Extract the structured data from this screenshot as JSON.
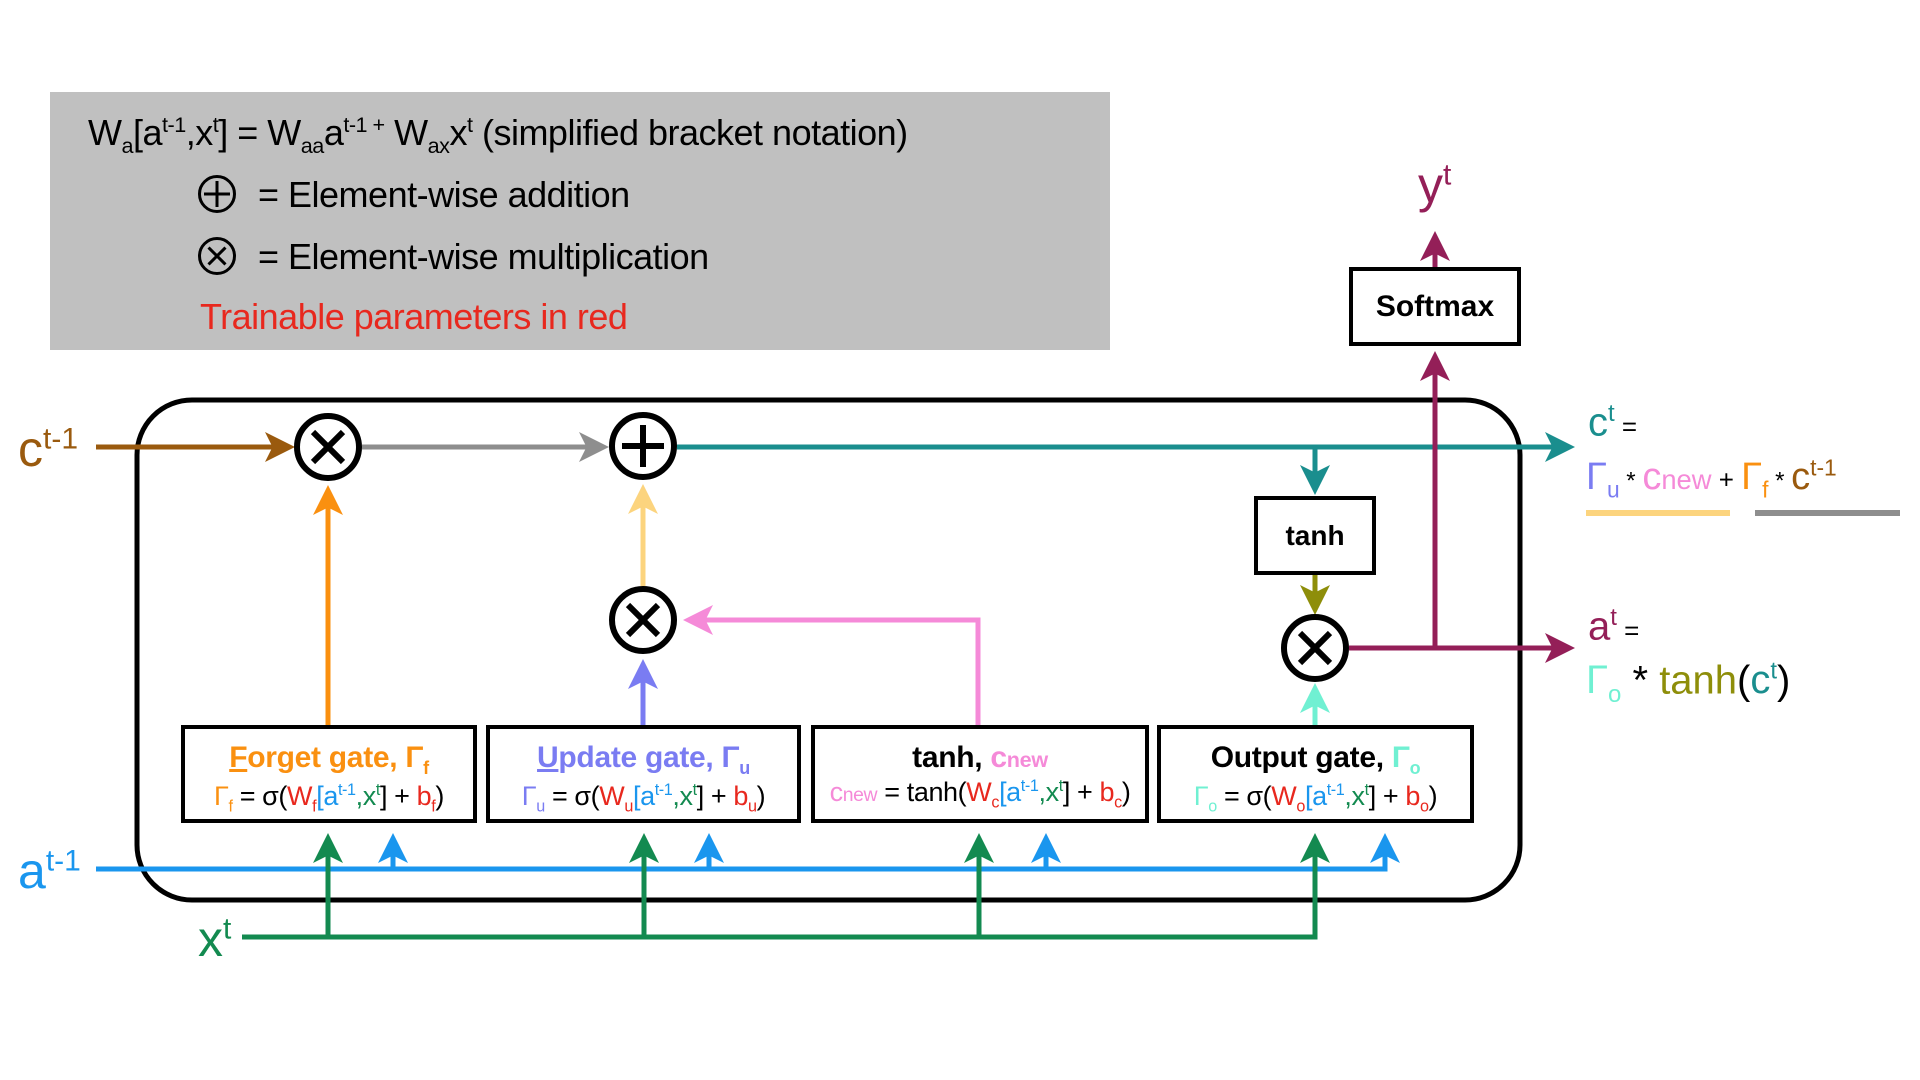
{
  "colors": {
    "c_prev": "#9a5a0e",
    "a_prev": "#1a96ee",
    "x_t": "#138a50",
    "forget": "#fa9010",
    "update": "#7a7cf2",
    "c_new": "#f58ad8",
    "output": "#70f0d2",
    "c_t": "#1a8e8e",
    "a_t": "#941f58",
    "tanh_out": "#8e8e0a",
    "gray": "#8e8e8e",
    "update_sum": "#fcd47e",
    "trainable": "#e8281e",
    "legend_bg": "#c0c0c0"
  },
  "legend": {
    "notation": {
      "lhs_W": "W",
      "lhs_W_sub": "a",
      "lhs_bracket_open": "[",
      "lhs_a": "a",
      "lhs_a_sup": "t-1",
      "lhs_comma_x": ",x",
      "lhs_x_sup": "t",
      "lhs_bracket_close": "] = ",
      "rhs_W1": "W",
      "rhs_W1_sub": "aa",
      "rhs_a": "a",
      "rhs_a_sup": "t-1 +",
      "rhs_W2": " W",
      "rhs_W2_sub": "ax",
      "rhs_x": "x",
      "rhs_x_sup": "t",
      "note": " (simplified bracket notation)"
    },
    "addition": "= Element-wise addition",
    "multiplication": "= Element-wise multiplication",
    "trainable_note": "Trainable parameters in red"
  },
  "inputs": {
    "c_prev": {
      "base": "c",
      "sup": "t-1"
    },
    "a_prev": {
      "base": "a",
      "sup": "t-1"
    },
    "x_t": {
      "base": "x",
      "sup": "t"
    }
  },
  "gates": [
    {
      "id": "forget",
      "title_first": "F",
      "title_rest": "orget gate, ",
      "title_sym": "Γ",
      "title_sub": "f",
      "f_sym": "Γ",
      "f_sub": "f",
      "f_eq": " = σ(",
      "f_W": "W",
      "f_W_sub": "f",
      "f_a": "[a",
      "f_a_sup": "t-1",
      "f_x": ",x",
      "f_x_sup": "t",
      "f_plus": "] + ",
      "f_b": "b",
      "f_b_sub": "f",
      "f_close": ")"
    },
    {
      "id": "update",
      "title_first": "U",
      "title_rest": "pdate gate, ",
      "title_sym": "Γ",
      "title_sub": "u",
      "f_sym": "Γ",
      "f_sub": "u",
      "f_eq": " = σ(",
      "f_W": "W",
      "f_W_sub": "u",
      "f_a": "[a",
      "f_a_sup": "t-1",
      "f_x": ",x",
      "f_x_sup": "t",
      "f_plus": "] + ",
      "f_b": "b",
      "f_b_sub": "u",
      "f_close": ")"
    },
    {
      "id": "tanh",
      "title_first": "",
      "title_rest": "tanh, ",
      "title_sym": "c",
      "title_sub": "new",
      "f_sym": "c",
      "f_sub": "new",
      "f_eq": " = tanh(",
      "f_W": "W",
      "f_W_sub": "c",
      "f_a": "[a",
      "f_a_sup": "t-1",
      "f_x": ",x",
      "f_x_sup": "t",
      "f_plus": "] + ",
      "f_b": "b",
      "f_b_sub": "c",
      "f_close": ")"
    },
    {
      "id": "output",
      "title_first": "",
      "title_rest": "Output gate, ",
      "title_sym": "Γ",
      "title_sub": "o",
      "f_sym": "Γ",
      "f_sub": "o",
      "f_eq": " = σ(",
      "f_W": "W",
      "f_W_sub": "o",
      "f_a": "[a",
      "f_a_sup": "t-1",
      "f_x": ",x",
      "f_x_sup": "t",
      "f_plus": "] + ",
      "f_b": "b",
      "f_b_sub": "o",
      "f_close": ")"
    }
  ],
  "blocks": {
    "tanh": "tanh",
    "softmax": "Softmax"
  },
  "outputs": {
    "y_t": {
      "base": "y",
      "sup": "t"
    },
    "c_t": {
      "base": "c",
      "sup": "t",
      "eq": " =",
      "gu": "Γ",
      "gu_sub": "u",
      "star1": " * ",
      "cnew": "c",
      "cnew_sub": "new",
      "plus": " + ",
      "gf": "Γ",
      "gf_sub": "f",
      "star2": " * ",
      "cprev": "c",
      "cprev_sup": "t-1"
    },
    "a_t": {
      "base": "a",
      "sup": "t",
      "eq": " =",
      "go": "Γ",
      "go_sub": "o",
      "star": " * ",
      "tanh": "tanh",
      "paren_open": "(",
      "c": "c",
      "c_sup": "t",
      "paren_close": ")"
    }
  }
}
